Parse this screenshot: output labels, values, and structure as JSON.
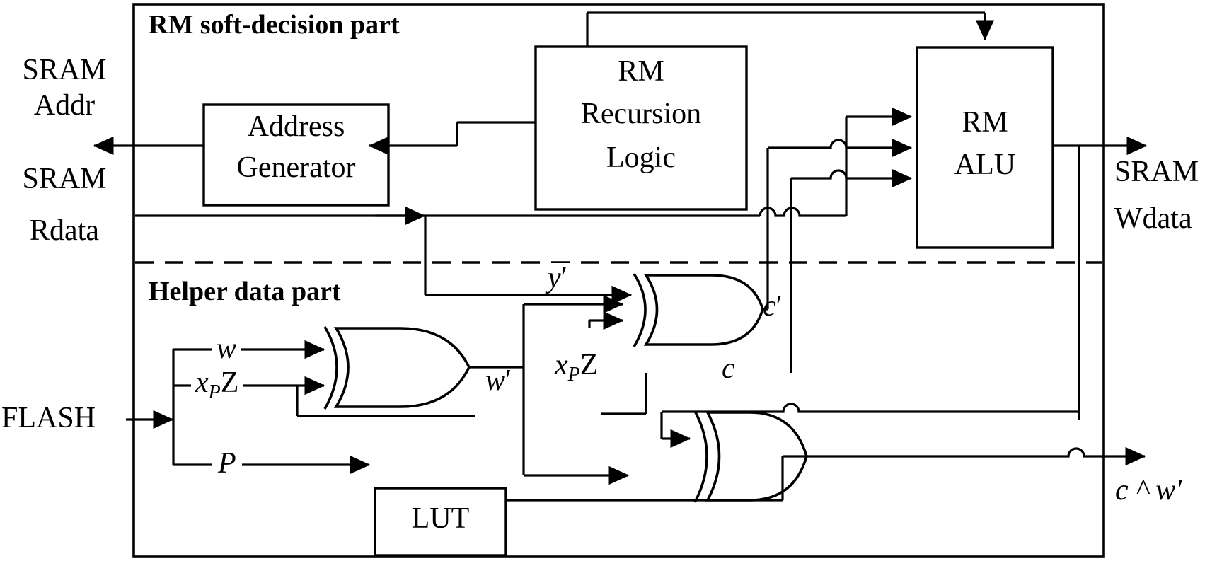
{
  "diagram": {
    "title_sections": [
      {
        "id": "rm-soft-decision-part",
        "label": "RM soft-decision part"
      },
      {
        "id": "helper-data-part",
        "label": "Helper data part"
      }
    ],
    "blocks": [
      {
        "id": "address-generator",
        "line1": "Address",
        "line2": "Generator"
      },
      {
        "id": "rm-recursion-logic",
        "line1": "RM",
        "line2": "Recursion",
        "line3": "Logic"
      },
      {
        "id": "rm-alu",
        "line1": "RM",
        "line2": "ALU"
      },
      {
        "id": "lut",
        "line1": "LUT"
      }
    ],
    "external_ports": [
      {
        "id": "sram-addr",
        "line1": "SRAM",
        "line2": "Addr",
        "direction": "out"
      },
      {
        "id": "sram-rdata",
        "line1": "SRAM",
        "line2": "Rdata",
        "direction": "in"
      },
      {
        "id": "sram-wdata",
        "line1": "SRAM",
        "line2": "Wdata",
        "direction": "out"
      },
      {
        "id": "flash",
        "line1": "FLASH",
        "direction": "in"
      }
    ],
    "signal_labels": [
      {
        "id": "signal-w",
        "text": "w"
      },
      {
        "id": "signal-xpz-left",
        "text": "x",
        "sub": "P",
        "tail": "Z"
      },
      {
        "id": "signal-p",
        "text": "P"
      },
      {
        "id": "signal-w-prime",
        "text": "w",
        "prime": "′"
      },
      {
        "id": "signal-xpz-mid",
        "text": "x",
        "sub": "P",
        "tail": "Z"
      },
      {
        "id": "signal-y-prime",
        "text": "y",
        "prime": "′"
      },
      {
        "id": "signal-c-prime",
        "text": "c",
        "prime": "′"
      },
      {
        "id": "signal-c",
        "text": "c"
      },
      {
        "id": "output-c-xor-w-prime",
        "text": "c ^ w′"
      }
    ],
    "gates": [
      {
        "id": "xor-gate-w",
        "type": "XOR",
        "inputs": 2
      },
      {
        "id": "xor-gate-cprime",
        "type": "XOR",
        "inputs": 3
      },
      {
        "id": "xor-gate-c",
        "type": "XOR",
        "inputs": 2
      }
    ],
    "colors": {
      "stroke": "#000000",
      "background": "#ffffff"
    }
  }
}
